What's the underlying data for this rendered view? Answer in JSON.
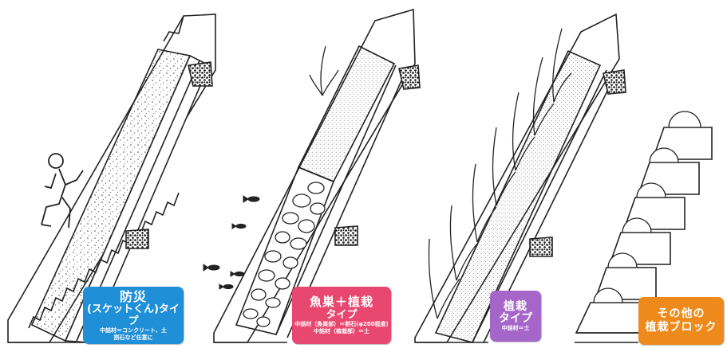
{
  "colors": {
    "disaster": "#1f8fd8",
    "fish": "#e8486f",
    "plant": "#a565c9",
    "other": "#ee8a1c",
    "line": "#222222"
  },
  "panels": [
    {
      "id": "disaster",
      "title": "防災",
      "subtitle": "(スケットくん)タイプ",
      "note_line1": "中詰材＝コンクリート、土",
      "note_line2": "割石など任意に"
    },
    {
      "id": "fish",
      "title": "魚巣＋植栽",
      "subtitle": "タイプ",
      "note_line1": "中詰材（魚巣部）＝割石(φ200程度)",
      "note_line2": "中詰材（植栽部）＝土"
    },
    {
      "id": "plant",
      "title": "植栽",
      "subtitle": "タイプ",
      "note_line1": "中詰材＝土"
    },
    {
      "id": "other",
      "title": "その他の",
      "subtitle": "植栽ブロック"
    }
  ]
}
